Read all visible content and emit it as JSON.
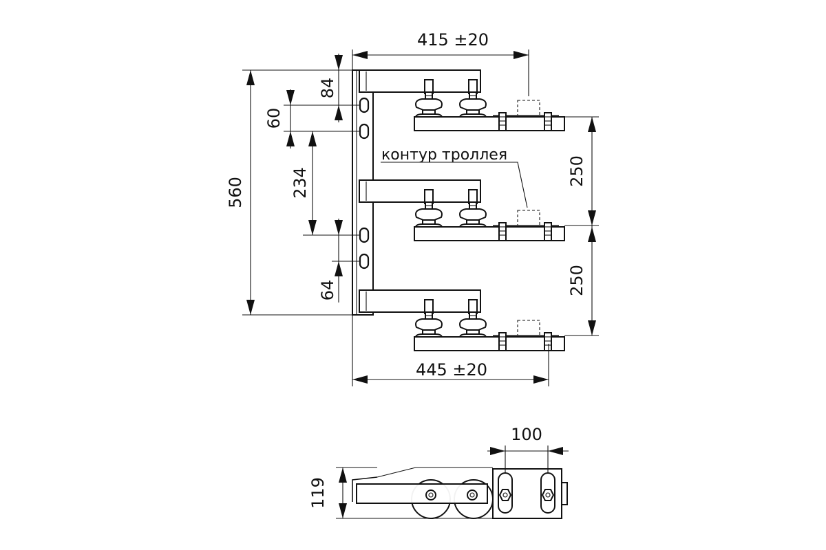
{
  "dimensions": {
    "top_width": "415 ±20",
    "bottom_width": "445 ±20",
    "overall_height": "560",
    "offset_84": "84",
    "slot_pitch_top": "60",
    "slot_spacing": "234",
    "offset_64": "64",
    "spacing_upper": "250",
    "spacing_lower": "250",
    "plan_width": "100",
    "plan_height": "119"
  },
  "labels": {
    "trolley_outline": "контур троллея"
  },
  "colors": {
    "stroke": "#111111",
    "background": "#ffffff"
  }
}
